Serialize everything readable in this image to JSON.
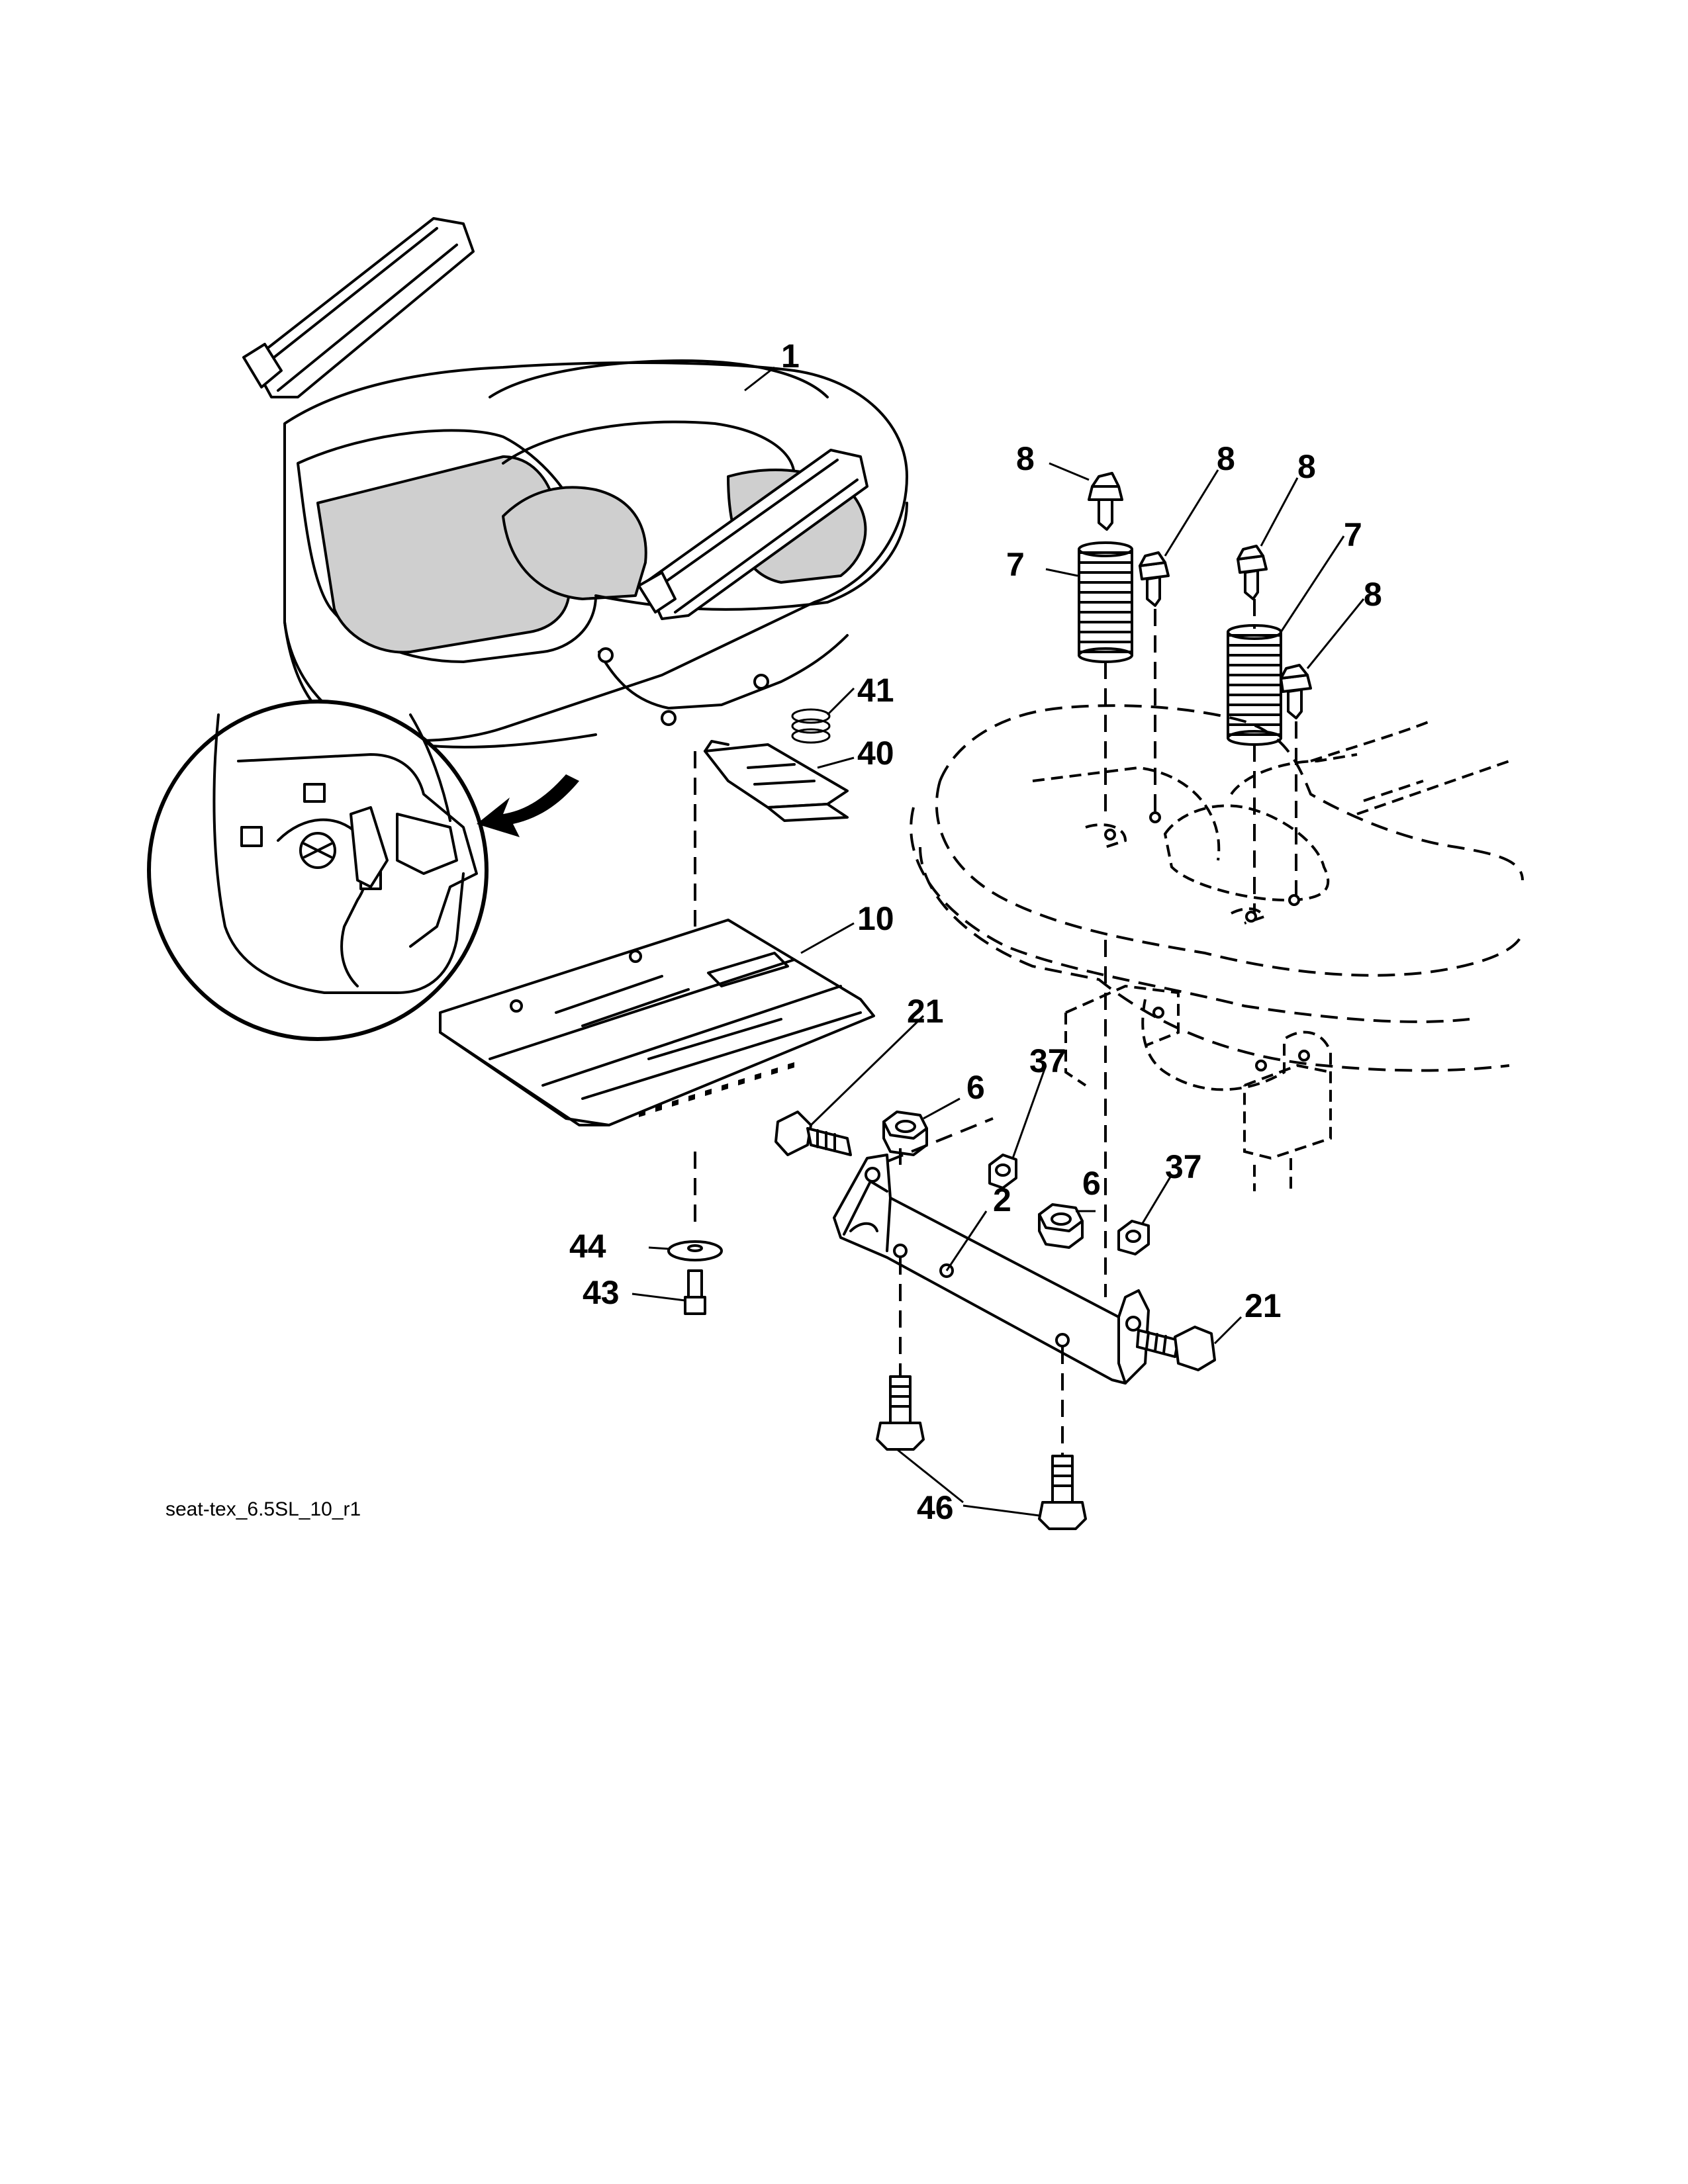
{
  "diagram": {
    "caption": "seat-tex_6.5SL_10_r1",
    "callouts": [
      {
        "id": "c1",
        "text": "1"
      },
      {
        "id": "c2",
        "text": "2"
      },
      {
        "id": "c6a",
        "text": "6"
      },
      {
        "id": "c6b",
        "text": "6"
      },
      {
        "id": "c7a",
        "text": "7"
      },
      {
        "id": "c7b",
        "text": "7"
      },
      {
        "id": "c8a",
        "text": "8"
      },
      {
        "id": "c8b",
        "text": "8"
      },
      {
        "id": "c8c",
        "text": "8"
      },
      {
        "id": "c8d",
        "text": "8"
      },
      {
        "id": "c10",
        "text": "10"
      },
      {
        "id": "c21a",
        "text": "21"
      },
      {
        "id": "c21b",
        "text": "21"
      },
      {
        "id": "c37a",
        "text": "37"
      },
      {
        "id": "c37b",
        "text": "37"
      },
      {
        "id": "c40",
        "text": "40"
      },
      {
        "id": "c41",
        "text": "41"
      },
      {
        "id": "c43",
        "text": "43"
      },
      {
        "id": "c44",
        "text": "44"
      },
      {
        "id": "c46",
        "text": "46"
      }
    ]
  }
}
